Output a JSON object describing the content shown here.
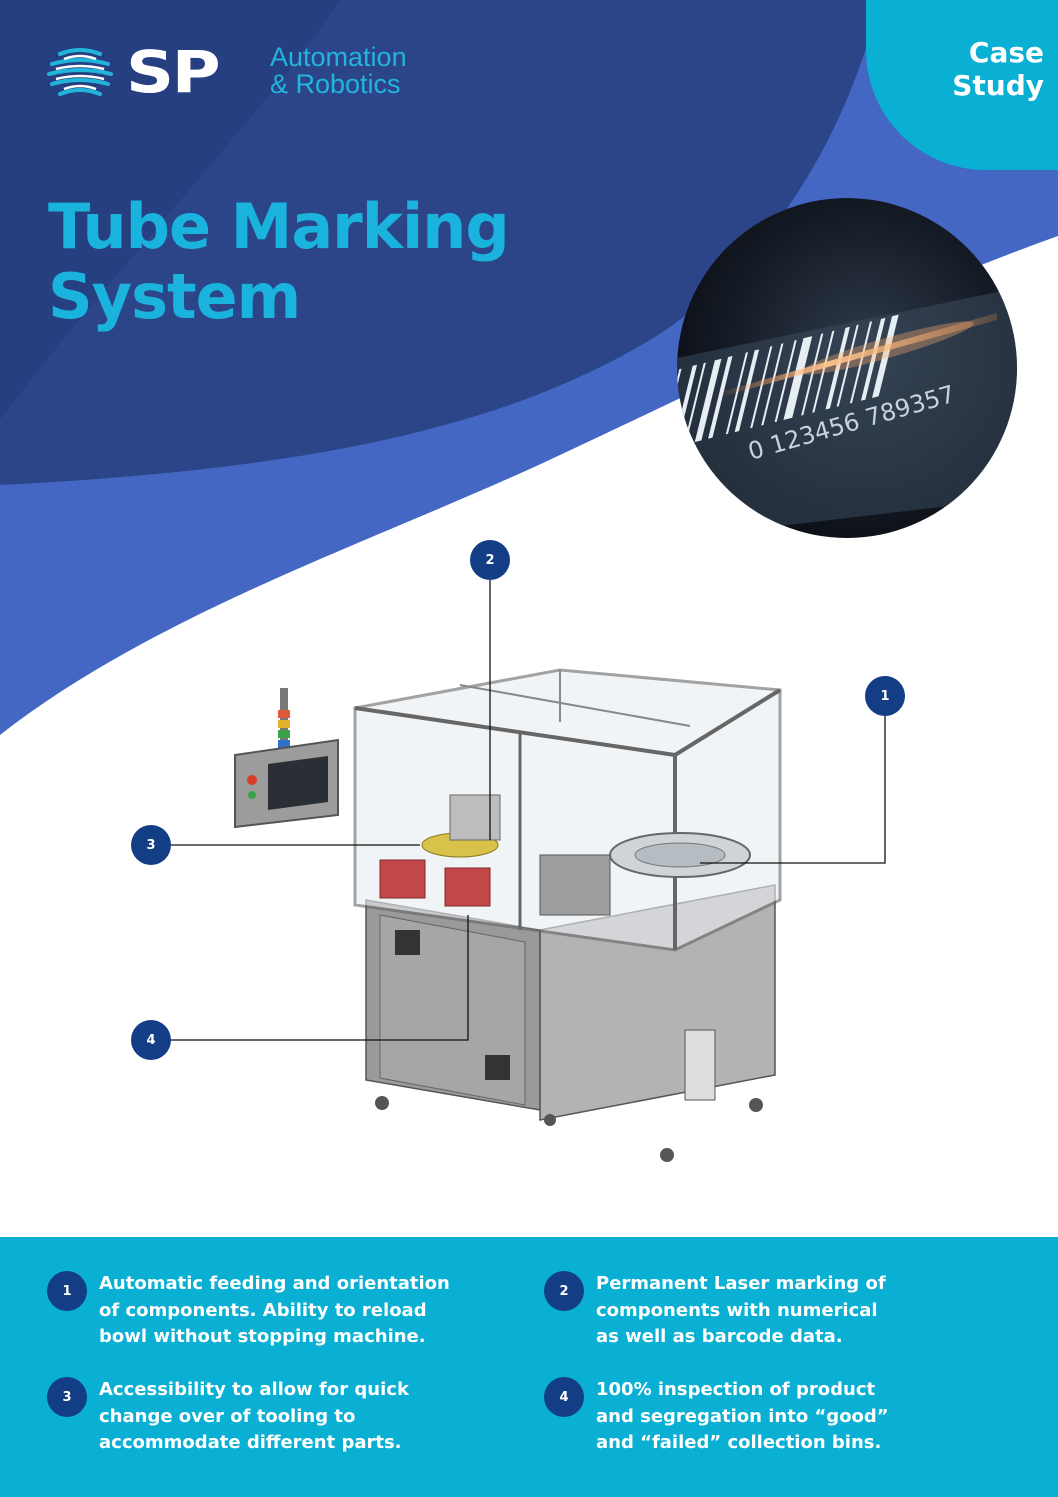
{
  "brand": {
    "logo_sp": "SP",
    "logo_line1": "Automation",
    "logo_line2": "& Robotics"
  },
  "badge": {
    "line1": "Case",
    "line2": "Study"
  },
  "title": {
    "line1": "Tube Marking",
    "line2": "System"
  },
  "photo": {
    "barcode_digits": "0 123456 789357"
  },
  "markers": {
    "m1": "1",
    "m2": "2",
    "m3": "3",
    "m4": "4"
  },
  "features": [
    {
      "num": "1",
      "lines": [
        "Automatic feeding and orientation",
        "of components. Ability to reload",
        "bowl without stopping machine."
      ]
    },
    {
      "num": "2",
      "lines": [
        "Permanent Laser marking of",
        "components with numerical",
        "as well as barcode data."
      ]
    },
    {
      "num": "3",
      "lines": [
        "Accessibility to allow for quick",
        "change over of tooling to",
        "accommodate different parts."
      ]
    },
    {
      "num": "4",
      "lines": [
        "100% inspection of product",
        "and segregation into “good”",
        "and “failed” collection bins."
      ]
    }
  ],
  "colors": {
    "navy": "#133d84",
    "dark_blue": "#2c4589",
    "mid_blue": "#4467c4",
    "cyan": "#0ab0d4",
    "title_cyan": "#1ab3dd"
  }
}
